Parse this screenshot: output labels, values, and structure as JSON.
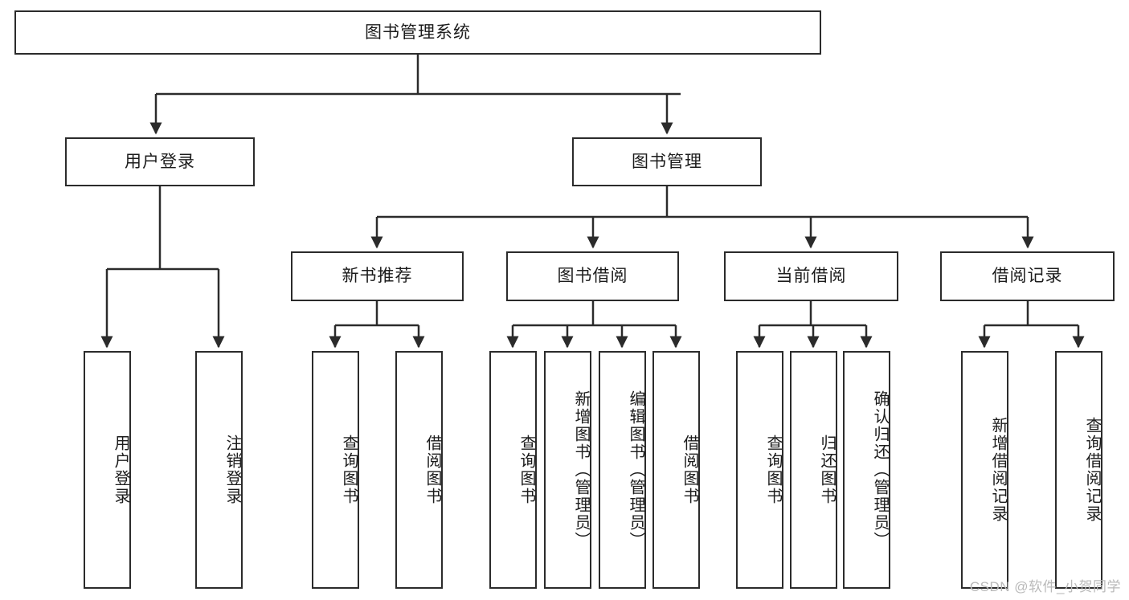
{
  "diagram": {
    "title": "图书管理系统",
    "type": "tree-hierarchy",
    "watermark": "CSDN @软件_小贺同学",
    "colors": {
      "box_border": "#2b2b2b",
      "box_fill": "#ffffff",
      "connector": "#2b2b2b",
      "text": "#1c1c1c",
      "watermark": "#b9b9b9"
    },
    "root": {
      "label": "图书管理系统"
    },
    "level1": [
      {
        "label": "用户登录"
      },
      {
        "label": "图书管理"
      }
    ],
    "level2": [
      {
        "label": "新书推荐"
      },
      {
        "label": "图书借阅"
      },
      {
        "label": "当前借阅"
      },
      {
        "label": "借阅记录"
      }
    ],
    "leaves": {
      "user_login": [
        {
          "label": "用户登录"
        },
        {
          "label": "注销登录"
        }
      ],
      "new_book": [
        {
          "label": "查询图书"
        },
        {
          "label": "借阅图书"
        }
      ],
      "book_borrow": [
        {
          "label": "查询图书"
        },
        {
          "label": "新增图书（管理员）"
        },
        {
          "label": "编辑图书（管理员）"
        },
        {
          "label": "借阅图书"
        }
      ],
      "current_borrow": [
        {
          "label": "查询图书"
        },
        {
          "label": "归还图书"
        },
        {
          "label": "确认归还（管理员）"
        }
      ],
      "borrow_record": [
        {
          "label": "新增借阅记录"
        },
        {
          "label": "查询借阅记录"
        }
      ]
    }
  }
}
